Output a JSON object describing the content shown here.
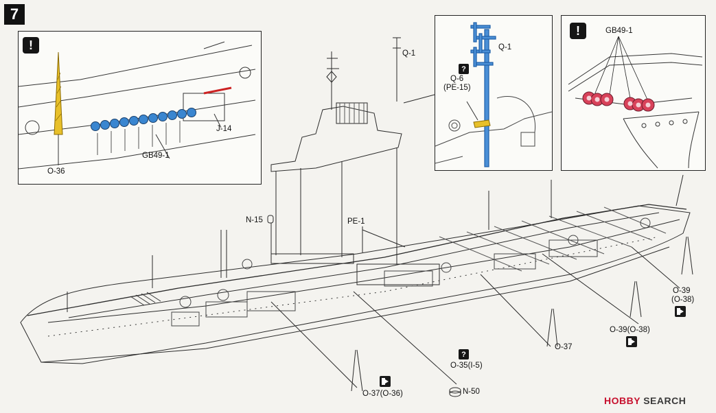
{
  "step": "7",
  "warnings": {
    "inset_left": "!",
    "inset_right": "!"
  },
  "question_mark": "?",
  "labels": {
    "o36": "O-36",
    "gb49_1": "GB49-1",
    "j14": "J-14",
    "q1_main": "Q-1",
    "q1_inset": "Q-1",
    "q6": "Q-6",
    "pe15": "(PE-15)",
    "gb49_1_right": "GB49-1",
    "n15": "N-15",
    "pe1": "PE-1",
    "o39": "O-39",
    "o38": "(O-38)",
    "o39_o38": "O-39(O-38)",
    "o37": "O-37",
    "o35_i5": "O-35(I-5)",
    "n50": "N-50",
    "o37_o36": "O-37(O-36)"
  },
  "icons": {
    "exit_1": "exit-icon",
    "exit_2": "exit-icon",
    "exit_3": "exit-icon"
  },
  "colors": {
    "mast_highlight": "#4a8fd6",
    "crane_highlight": "#e8c02a",
    "part_highlight": "#e8c02a",
    "lifebuoy_highlight": "#d8425a",
    "red_strip": "#cc2222"
  },
  "watermark": {
    "brand": "HOBBY",
    "text": "SEARCH"
  }
}
